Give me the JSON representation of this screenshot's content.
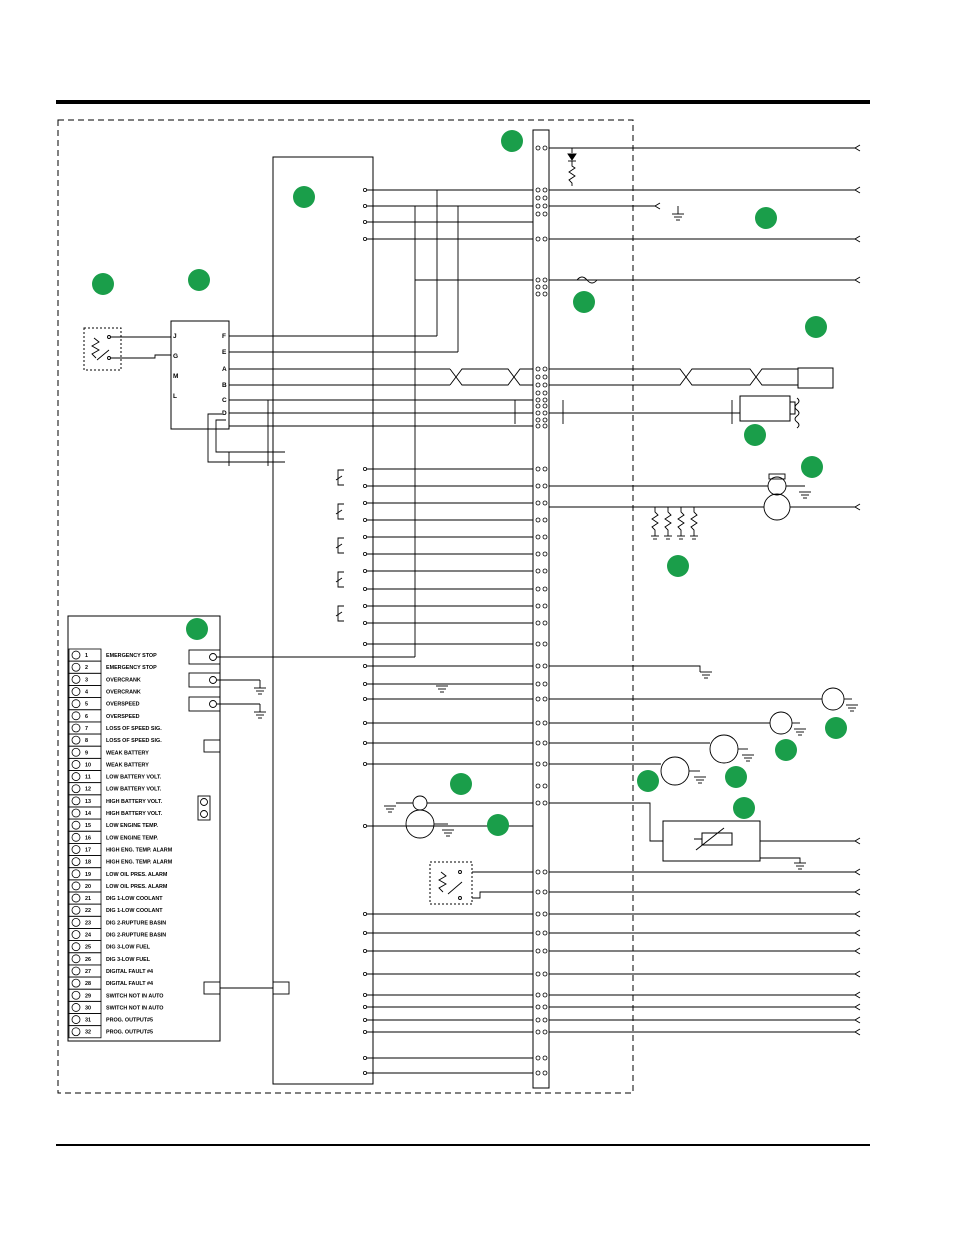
{
  "module_pins": {
    "left": [
      "J",
      "G",
      "M",
      "L"
    ],
    "right": [
      "F",
      "E",
      "A",
      "B",
      "C",
      "D"
    ]
  },
  "terminal_block": [
    {
      "num": "1",
      "label": "EMERGENCY STOP"
    },
    {
      "num": "2",
      "label": "EMERGENCY STOP"
    },
    {
      "num": "3",
      "label": "OVERCRANK"
    },
    {
      "num": "4",
      "label": "OVERCRANK"
    },
    {
      "num": "5",
      "label": "OVERSPEED"
    },
    {
      "num": "6",
      "label": "OVERSPEED"
    },
    {
      "num": "7",
      "label": "LOSS OF SPEED SIG."
    },
    {
      "num": "8",
      "label": "LOSS OF SPEED SIG."
    },
    {
      "num": "9",
      "label": "WEAK BATTERY"
    },
    {
      "num": "10",
      "label": "WEAK BATTERY"
    },
    {
      "num": "11",
      "label": "LOW BATTERY VOLT."
    },
    {
      "num": "12",
      "label": "LOW BATTERY VOLT."
    },
    {
      "num": "13",
      "label": "HIGH BATTERY VOLT."
    },
    {
      "num": "14",
      "label": "HIGH BATTERY VOLT."
    },
    {
      "num": "15",
      "label": "LOW ENGINE TEMP."
    },
    {
      "num": "16",
      "label": "LOW ENGINE TEMP."
    },
    {
      "num": "17",
      "label": "HIGH ENG. TEMP. ALARM"
    },
    {
      "num": "18",
      "label": "HIGH ENG. TEMP. ALARM"
    },
    {
      "num": "19",
      "label": "LOW OIL PRES. ALARM"
    },
    {
      "num": "20",
      "label": "LOW OIL PRES. ALARM"
    },
    {
      "num": "21",
      "label": "DIG 1-LOW COOLANT"
    },
    {
      "num": "22",
      "label": "DIG 1-LOW COOLANT"
    },
    {
      "num": "23",
      "label": "DIG 2-RUPTURE BASIN"
    },
    {
      "num": "24",
      "label": "DIG 2-RUPTURE BASIN"
    },
    {
      "num": "25",
      "label": "DIG 3-LOW FUEL"
    },
    {
      "num": "26",
      "label": "DIG 3-LOW FUEL"
    },
    {
      "num": "27",
      "label": "DIGITAL FAULT #4"
    },
    {
      "num": "28",
      "label": "DIGITAL FAULT #4"
    },
    {
      "num": "29",
      "label": "SWITCH NOT IN AUTO"
    },
    {
      "num": "30",
      "label": "SWITCH NOT IN AUTO"
    },
    {
      "num": "31",
      "label": "PROG. OUTPUT#5"
    },
    {
      "num": "32",
      "label": "PROG. OUTPUT#5"
    }
  ],
  "colors": {
    "line": "#000000",
    "callout_marker": "#1a9e4a",
    "background": "#ffffff"
  }
}
